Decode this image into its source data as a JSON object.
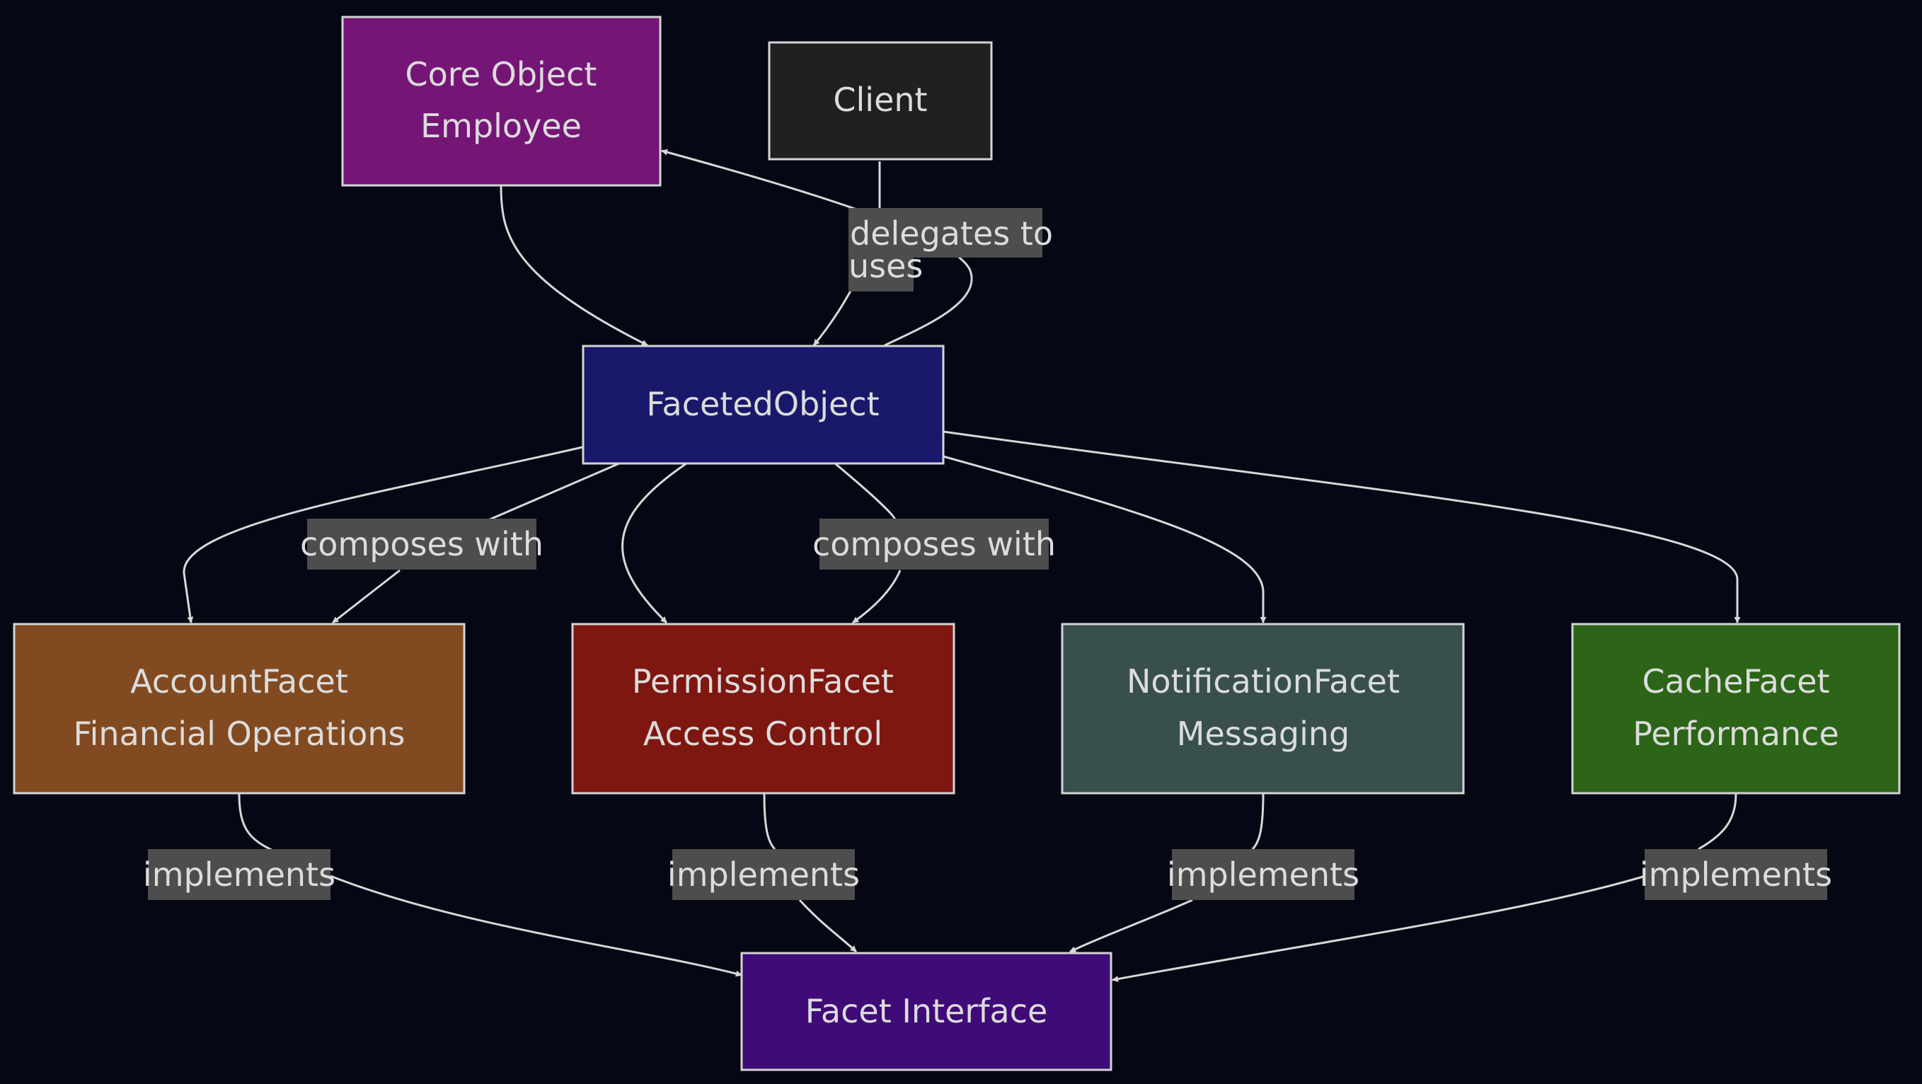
{
  "nodes": {
    "core": {
      "line1": "Core Object",
      "line2": "Employee",
      "fill": "#751677"
    },
    "client": {
      "line1": "Client",
      "fill": "#1f2020"
    },
    "faceted": {
      "line1": "FacetedObject",
      "fill": "#19186a"
    },
    "account": {
      "line1": "AccountFacet",
      "line2": "Financial Operations",
      "fill": "#824a20"
    },
    "permission": {
      "line1": "PermissionFacet",
      "line2": "Access Control",
      "fill": "#7d1710"
    },
    "notification": {
      "line1": "NotificationFacet",
      "line2": "Messaging",
      "fill": "#384f4e"
    },
    "cache": {
      "line1": "CacheFacet",
      "line2": "Performance",
      "fill": "#2c6418"
    },
    "facet_interface": {
      "line1": "Facet Interface",
      "fill": "#3f0b78"
    }
  },
  "edges": {
    "delegates_to": "delegates to",
    "uses": "uses",
    "composes_with_1": "composes with",
    "composes_with_2": "composes with",
    "implements_account": "implements",
    "implements_permission": "implements",
    "implements_notification": "implements",
    "implements_cache": "implements"
  },
  "colors": {
    "background": "#050814",
    "edge": "#d8d8d8",
    "label_bg": "#4d4d4d",
    "text": "#dcdcdc"
  }
}
